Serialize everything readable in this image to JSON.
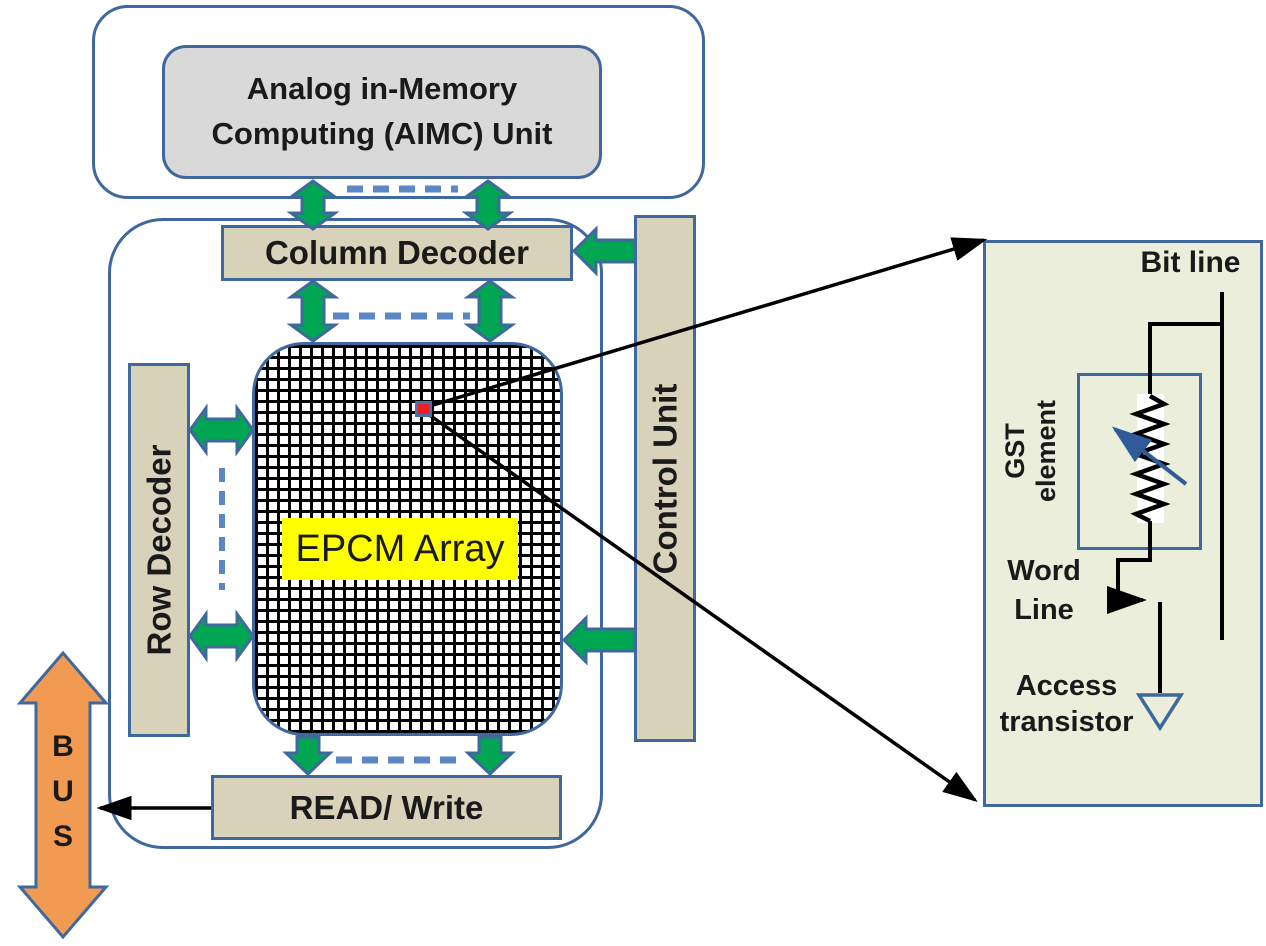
{
  "figure": {
    "type": "architecture-diagram",
    "subject": "EPCM macro block diagram with zoomed memory-cell detail"
  },
  "aimc": {
    "title": "Analog in-Memory Computing (AIMC) Unit"
  },
  "blocks": {
    "column_decoder": "Column Decoder",
    "row_decoder": "Row Decoder",
    "control_unit": "Control Unit",
    "epcm_array": "EPCM Array",
    "read_write": "READ/ Write"
  },
  "bus": {
    "letters": [
      "B",
      "U",
      "S"
    ]
  },
  "cell_detail": {
    "bit_line": "Bit line",
    "gst_element": "GST element",
    "word_line": "Word Line",
    "access_transistor": "Access transistor"
  },
  "colors": {
    "box_border_blue": "#3f689e",
    "tan_fill": "#d8d2ba",
    "gray_fill": "#d9d9d9",
    "arrow_green": "#00a651",
    "bus_orange": "#f09a52",
    "highlight_yellow": "#ffff00",
    "dashed_link_blue": "#5b87c5",
    "panel_fill": "#eaeedb",
    "selected_cell_red": "#ee1c25",
    "wire_black": "#000000",
    "variable_arrow_blue": "#2f5c99"
  }
}
